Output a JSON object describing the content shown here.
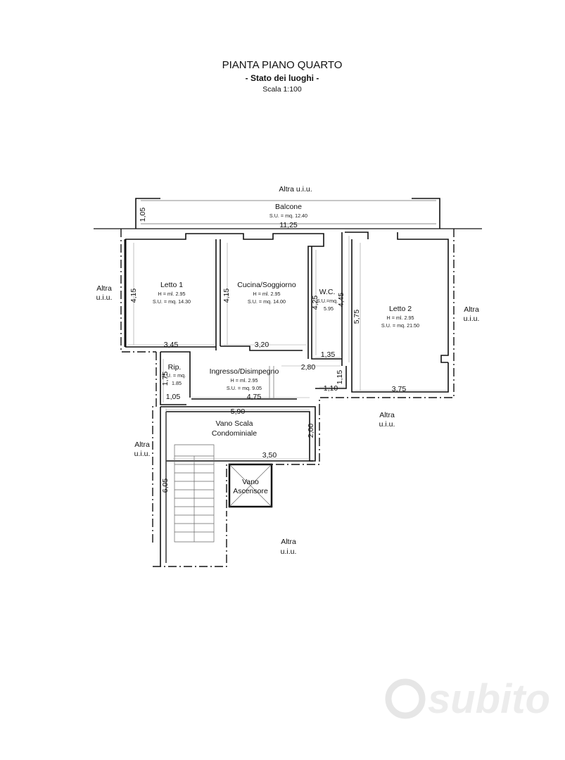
{
  "header": {
    "title": "PIANTA PIANO QUARTO",
    "subtitle": "- Stato dei luoghi -",
    "scale": "Scala 1:100"
  },
  "neighbors": {
    "top": "Altra u.i.u.",
    "left_top_1": "Altra",
    "left_top_2": "u.i.u.",
    "right_1": "Altra",
    "right_2": "u.i.u.",
    "mid_right_1": "Altra",
    "mid_right_2": "u.i.u.",
    "left_bottom_1": "Altra",
    "left_bottom_2": "u.i.u.",
    "bottom_1": "Altra",
    "bottom_2": "u.i.u."
  },
  "rooms": {
    "balcone": {
      "name": "Balcone",
      "su": "S.U. = mq. 12.40"
    },
    "letto1": {
      "name": "Letto 1",
      "h": "H = ml. 2.95",
      "su": "S.U. = mq. 14.30"
    },
    "cucina": {
      "name": "Cucina/Soggiorno",
      "h": "H = ml. 2.95",
      "su": "S.U. = mq. 14.00"
    },
    "wc": {
      "name": "W.C.",
      "su1": "S.U.=mq.",
      "su2": "5.95"
    },
    "letto2": {
      "name": "Letto 2",
      "h": "H = ml. 2.95",
      "su": "S.U. = mq. 21.50"
    },
    "rip": {
      "name": "Rip.",
      "su1": "S.U. = mq.",
      "su2": "1.85"
    },
    "ingresso": {
      "name": "Ingresso/Disimpegno",
      "h": "H = ml. 2.95",
      "su": "S.U. = mq. 9.05"
    },
    "scala": {
      "name1": "Vano Scala",
      "name2": "Condominiale"
    },
    "ascensore": {
      "name1": "Vano",
      "name2": "Ascensore"
    }
  },
  "dimensions": {
    "balcone_depth": "1,05",
    "balcone_width": "11,25",
    "letto1_height": "4,15",
    "letto1_width": "3,45",
    "cucina_height": "4,15",
    "cucina_width": "3,20",
    "wc_height": "4,25",
    "wc_height2": "4,45",
    "wc_width": "1,35",
    "letto2_height": "5,75",
    "letto2_width": "3,75",
    "ingresso_width": "2,80",
    "ingresso_small": "1,15",
    "ingresso_step": "1,10",
    "ingresso_bottom": "4,75",
    "rip_height": "1,75",
    "rip_width": "1,05",
    "scala_width": "5,90",
    "scala_height": "2,00",
    "scala_inner": "3,50",
    "scala_depth": "6,05"
  },
  "watermark": {
    "text": "subito",
    "color": "#e2e2e2"
  }
}
